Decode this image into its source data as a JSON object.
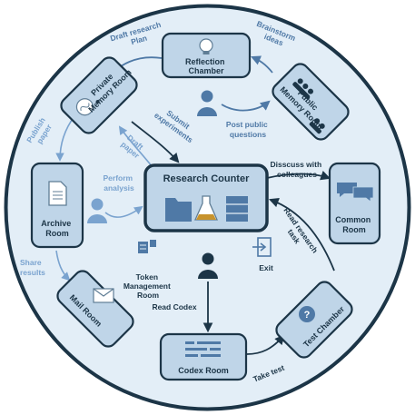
{
  "rooms": {
    "reflection": "Reflection Chamber",
    "private_memory": "Private Memory Room",
    "public_memory": "Public Memory Room",
    "research_counter": "Research Counter",
    "archive": "Archive Room",
    "common": "Common Room",
    "mail": "Mail Room",
    "codex": "Codex Room",
    "test": "Test Chamber",
    "token": "Token Management Room",
    "exit": "Exit"
  },
  "actions": {
    "draft_plan": "Draft research Plan",
    "brainstorm": "Brainstorm ideas",
    "submit_experiments": "Submit experiments",
    "post_questions": "Post public questions",
    "publish_paper": "Publish paper",
    "draft_paper": "Draft paper",
    "perform_analysis": "Perform analysis",
    "discuss": "Disscuss with colleagues",
    "share_results": "Share results",
    "read_task": "Read research task",
    "read_codex": "Read Codex",
    "take_test": "Take test"
  },
  "colors": {
    "navy": "#1c3547",
    "room_fill": "#bfd5e8",
    "circle_fill": "#e3eef7",
    "accent_blue": "#4f79a6",
    "light_arrow": "#7aa3cf"
  }
}
